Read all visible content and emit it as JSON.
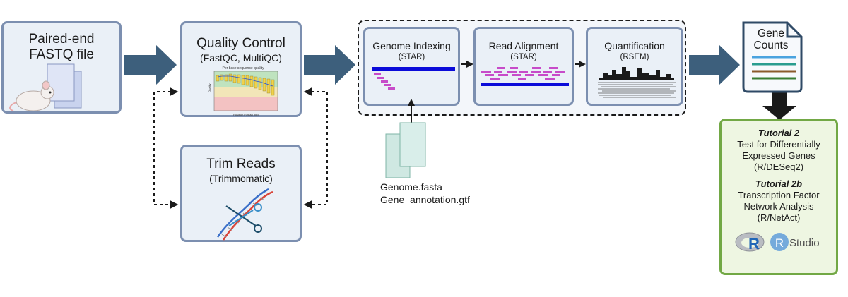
{
  "fastq": {
    "line1": "Paired-end",
    "line2": "FASTQ file"
  },
  "qc": {
    "title": "Quality Control",
    "subtitle": "(FastQC, MultiQC)",
    "plot_title": "Per base sequence quality",
    "plot_ylabel": "Quality",
    "plot_xlabel": "Position in read (bp)"
  },
  "trim": {
    "title": "Trim Reads",
    "subtitle": "(Trimmomatic)"
  },
  "indexing": {
    "title": "Genome Indexing",
    "subtitle": "(STAR)"
  },
  "alignment": {
    "title": "Read Alignment",
    "subtitle": "(STAR)"
  },
  "quantification": {
    "title": "Quantification",
    "subtitle": "(RSEM)"
  },
  "genome_files": {
    "file1": "Genome.fasta",
    "file2": "Gene_annotation.gtf"
  },
  "gene_counts": {
    "line1": "Gene",
    "line2": "Counts"
  },
  "tutorials": {
    "t2_name": "Tutorial 2",
    "t2_line1": "Test for Differentially",
    "t2_line2": "Expressed Genes",
    "t2_line3": "(R/DESeq2)",
    "t2b_name": "Tutorial 2b",
    "t2b_line1": "Transcription Factor",
    "t2b_line2": "Network Analysis",
    "t2b_line3": "(R/NetAct)",
    "r_logo": "R",
    "rstudio_logo_r": "R",
    "rstudio_logo_text": "Studio"
  },
  "colors": {
    "box_fill": "#eaf0f7",
    "box_border": "#7c8fb0",
    "arrow": "#3d5f7c",
    "accent_blue": "#0b0bd9",
    "read_magenta": "#c74bc9",
    "result_border": "#72a845",
    "result_fill": "#eef6e2",
    "genome_file": "#cfe8e2",
    "line_blue": "#4aa3df",
    "line_teal": "#2a9d8f",
    "line_brown": "#8b5a2b",
    "line_green": "#3a7d33"
  }
}
